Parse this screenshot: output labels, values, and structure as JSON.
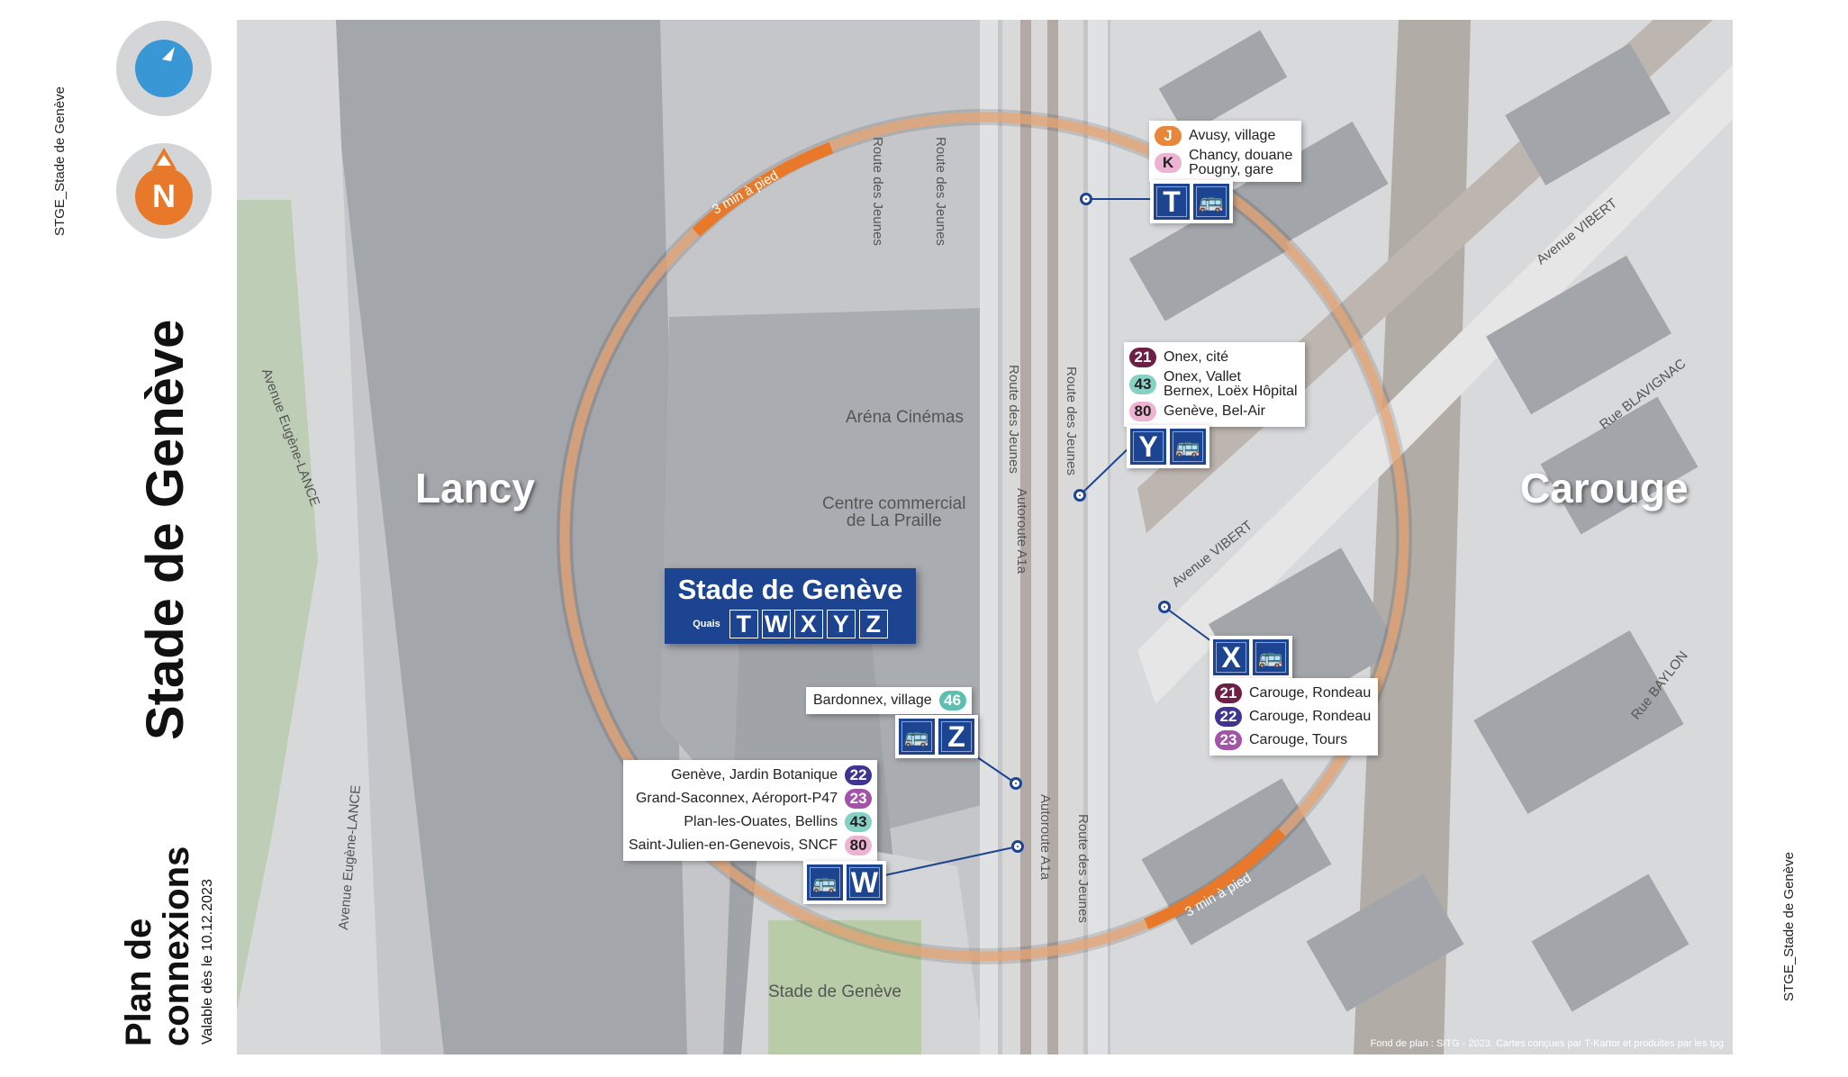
{
  "side": {
    "code_left": "STGE_Stade de Genève",
    "code_right": "STGE_Stade de Genève",
    "title": "Stade de Genève",
    "plan_line1": "Plan de",
    "plan_line2": "connexions",
    "valid": "Valable dès le 10.12.2023",
    "north_letter": "N"
  },
  "colors": {
    "tpg_blue": "#1d4491",
    "walk_orange": "#e8863a"
  },
  "map": {
    "towns": [
      "Lancy",
      "Carouge"
    ],
    "poi": {
      "arena": "Aréna Cinémas",
      "centre1": "Centre commercial",
      "centre2": "de La Praille",
      "stade": "Stade de Genève"
    },
    "streets": {
      "route_jeunes": "Route des Jeunes",
      "autoroute": "Autoroute A1a",
      "vibert": "Avenue VIBERT",
      "blavignac": "Rue BLAVIGNAC",
      "baylon": "Rue BAYLON",
      "lance": "Avenue Eugène-LANCE"
    },
    "walk": "3 min à pied",
    "credit": "Fond de plan : SITG - 2023. Cartes conçues par T-Kartor et produites par les tpg"
  },
  "station": {
    "name": "Stade de Genève",
    "quais_label": "Quais",
    "quais": [
      "T",
      "W",
      "X",
      "Y",
      "Z"
    ]
  },
  "stops": {
    "T": {
      "quai": "T",
      "lines": [
        {
          "line": "J",
          "color": "#e8863a",
          "text_color": "#fff",
          "dest": "Avusy, village"
        },
        {
          "line": "K",
          "color": "#ecb3d2",
          "text_color": "#222",
          "dest": "Chancy, douane",
          "dest2": "Pougny, gare"
        }
      ]
    },
    "Y": {
      "quai": "Y",
      "lines": [
        {
          "line": "21",
          "color": "#6e1f45",
          "text_color": "#fff",
          "dest": "Onex, cité"
        },
        {
          "line": "43",
          "color": "#86d1c3",
          "text_color": "#222",
          "dest": "Onex, Vallet",
          "dest2": "Bernex, Loëx Hôpital"
        },
        {
          "line": "80",
          "color": "#ecb3d2",
          "text_color": "#222",
          "dest": "Genève, Bel-Air"
        }
      ]
    },
    "X": {
      "quai": "X",
      "lines": [
        {
          "line": "21",
          "color": "#6e1f45",
          "text_color": "#fff",
          "dest": "Carouge, Rondeau"
        },
        {
          "line": "22",
          "color": "#3d3590",
          "text_color": "#fff",
          "dest": "Carouge, Rondeau"
        },
        {
          "line": "23",
          "color": "#a254a8",
          "text_color": "#fff",
          "dest": "Carouge, Tours"
        }
      ]
    },
    "Z": {
      "quai": "Z",
      "lines": [
        {
          "line": "46",
          "color": "#5cbfb0",
          "text_color": "#fff",
          "dest": "Bardonnex, village"
        }
      ]
    },
    "W": {
      "quai": "W",
      "lines": [
        {
          "line": "22",
          "color": "#3d3590",
          "text_color": "#fff",
          "dest": "Genève, Jardin Botanique"
        },
        {
          "line": "23",
          "color": "#a254a8",
          "text_color": "#fff",
          "dest": "Grand-Saconnex, Aéroport-P47"
        },
        {
          "line": "43",
          "color": "#86d1c3",
          "text_color": "#222",
          "dest": "Plan-les-Ouates, Bellins"
        },
        {
          "line": "80",
          "color": "#ecb3d2",
          "text_color": "#222",
          "dest": "Saint-Julien-en-Genevois, SNCF"
        }
      ]
    }
  }
}
